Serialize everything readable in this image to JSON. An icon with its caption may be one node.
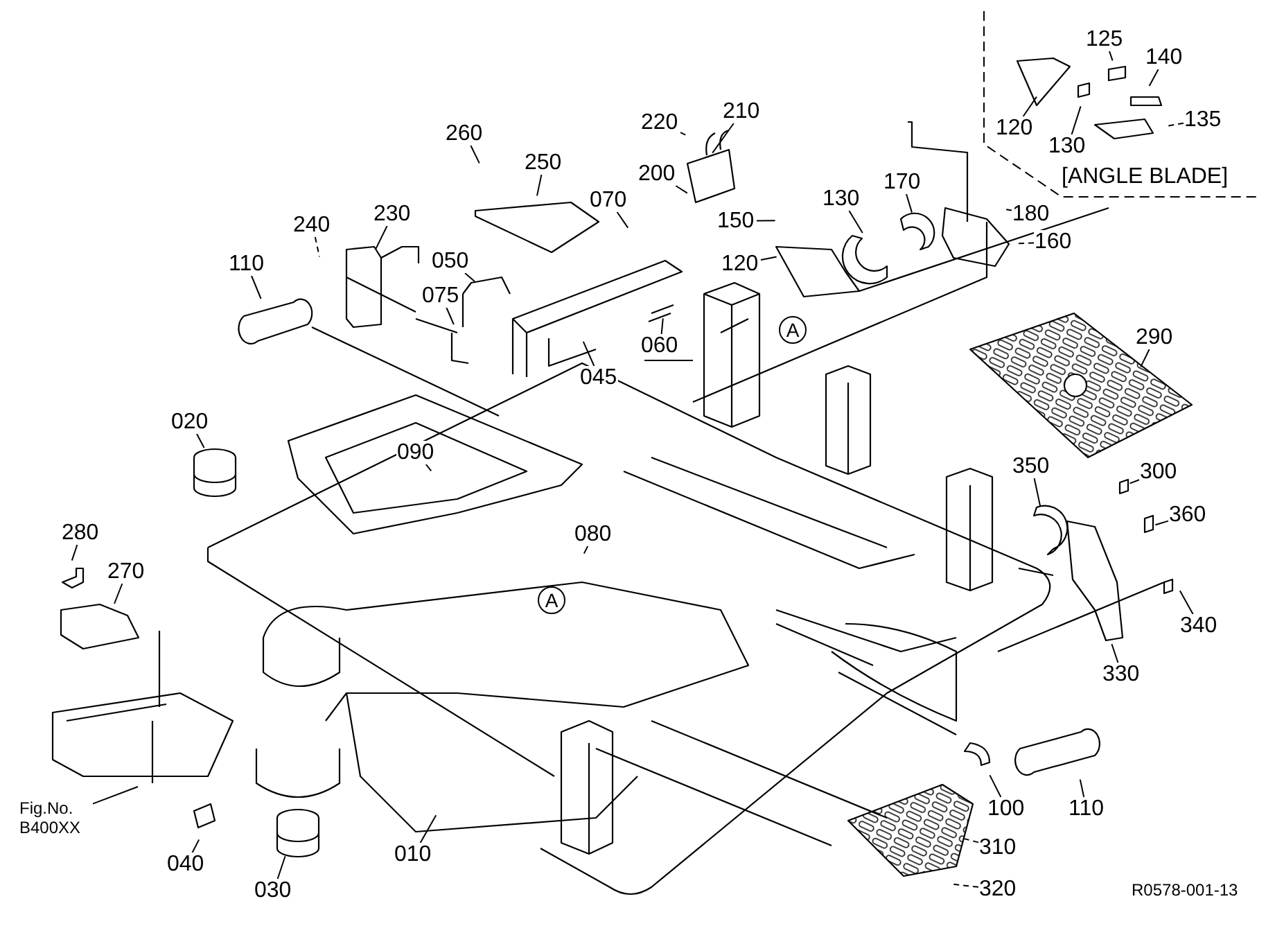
{
  "diagram": {
    "nodes": [
      {
        "text": [
          "125"
        ]
      },
      {
        "text": [
          "140"
        ]
      },
      {
        "text": [
          "120"
        ]
      },
      {
        "text": [
          "130"
        ]
      },
      {
        "text": [
          "135"
        ]
      },
      {
        "text": [
          "220"
        ]
      },
      {
        "text": [
          "210"
        ]
      },
      {
        "text": [
          "260"
        ]
      },
      {
        "text": [
          "250"
        ]
      },
      {
        "text": [
          "200"
        ]
      },
      {
        "text": [
          "070"
        ]
      },
      {
        "text": [
          "130"
        ]
      },
      {
        "text": [
          "170"
        ]
      },
      {
        "text": [
          "180"
        ]
      },
      {
        "text": [
          "150"
        ]
      },
      {
        "text": [
          "160"
        ]
      },
      {
        "text": [
          "240"
        ]
      },
      {
        "text": [
          "230"
        ]
      },
      {
        "text": [
          "110"
        ]
      },
      {
        "text": [
          "050"
        ]
      },
      {
        "text": [
          "120"
        ]
      },
      {
        "text": [
          "075"
        ]
      },
      {
        "text": [
          "060"
        ]
      },
      {
        "text": [
          "290"
        ]
      },
      {
        "text": [
          "045"
        ]
      },
      {
        "text": [
          "020"
        ]
      },
      {
        "text": [
          "090"
        ]
      },
      {
        "text": [
          "350"
        ]
      },
      {
        "text": [
          "300"
        ]
      },
      {
        "text": [
          "360"
        ]
      },
      {
        "text": [
          "080"
        ]
      },
      {
        "text": [
          "280"
        ]
      },
      {
        "text": [
          "270"
        ]
      },
      {
        "text": [
          "340"
        ]
      },
      {
        "text": [
          "330"
        ]
      },
      {
        "text": [
          "Fig.No. B400XX"
        ]
      },
      {
        "text": [
          "100"
        ]
      },
      {
        "text": [
          "110"
        ]
      },
      {
        "text": [
          "310"
        ]
      },
      {
        "text": [
          "040"
        ]
      },
      {
        "text": [
          "010"
        ]
      },
      {
        "text": [
          "320"
        ]
      },
      {
        "text": [
          "030"
        ]
      }
    ],
    "edges": [
      {
        "from": 0,
        "to": null,
        "arrow": "none"
      },
      {
        "from": 1,
        "to": null,
        "arrow": "none"
      },
      {
        "from": 2,
        "to": null,
        "arrow": "none"
      },
      {
        "from": 3,
        "to": null,
        "arrow": "none"
      },
      {
        "from": 4,
        "to": null,
        "arrow": "none",
        "style": "dashed"
      },
      {
        "from": 5,
        "to": null,
        "arrow": "none",
        "style": "dashed"
      },
      {
        "from": 6,
        "to": null,
        "arrow": "none"
      },
      {
        "from": 7,
        "to": null,
        "arrow": "none"
      },
      {
        "from": 8,
        "to": null,
        "arrow": "none"
      },
      {
        "from": 9,
        "to": null,
        "arrow": "none"
      },
      {
        "from": 10,
        "to": null,
        "arrow": "none"
      },
      {
        "from": 11,
        "to": null,
        "arrow": "none"
      },
      {
        "from": 12,
        "to": null,
        "arrow": "none"
      },
      {
        "from": 13,
        "to": null,
        "arrow": "none",
        "style": "dashed"
      },
      {
        "from": 14,
        "to": null,
        "arrow": "none"
      },
      {
        "from": 15,
        "to": null,
        "arrow": "none",
        "style": "dashed"
      },
      {
        "from": 16,
        "to": null,
        "arrow": "none",
        "style": "dashed"
      },
      {
        "from": 17,
        "to": null,
        "arrow": "none"
      },
      {
        "from": 18,
        "to": null,
        "arrow": "none"
      },
      {
        "from": 19,
        "to": null,
        "arrow": "none"
      },
      {
        "from": 20,
        "to": null,
        "arrow": "none"
      },
      {
        "from": 21,
        "to": null,
        "arrow": "none"
      },
      {
        "from": 22,
        "to": null,
        "arrow": "none"
      },
      {
        "from": 23,
        "to": null,
        "arrow": "none"
      },
      {
        "from": 24,
        "to": null,
        "arrow": "none"
      },
      {
        "from": 25,
        "to": null,
        "arrow": "none"
      },
      {
        "from": 26,
        "to": null,
        "arrow": "none"
      },
      {
        "from": 27,
        "to": null,
        "arrow": "none"
      },
      {
        "from": 28,
        "to": null,
        "arrow": "none"
      },
      {
        "from": 29,
        "to": null,
        "arrow": "none"
      },
      {
        "from": 30,
        "to": null,
        "arrow": "none"
      },
      {
        "from": 31,
        "to": null,
        "arrow": "none"
      },
      {
        "from": 32,
        "to": null,
        "arrow": "none"
      },
      {
        "from": 33,
        "to": null,
        "arrow": "none"
      },
      {
        "from": 34,
        "to": null,
        "arrow": "none"
      },
      {
        "from": 35,
        "to": null,
        "arrow": "none"
      },
      {
        "from": 36,
        "to": null,
        "arrow": "none"
      },
      {
        "from": 37,
        "to": null,
        "arrow": "none"
      },
      {
        "from": 38,
        "to": null,
        "arrow": "none",
        "style": "dashed"
      },
      {
        "from": 39,
        "to": null,
        "arrow": "none"
      },
      {
        "from": 40,
        "to": null,
        "arrow": "none"
      },
      {
        "from": 41,
        "to": null,
        "arrow": "none",
        "style": "dashed"
      },
      {
        "from": 42,
        "to": null,
        "arrow": "none"
      }
    ],
    "labels": [
      "[ANGLE BLADE]",
      "A",
      "A",
      "R0578-001-13"
    ]
  }
}
